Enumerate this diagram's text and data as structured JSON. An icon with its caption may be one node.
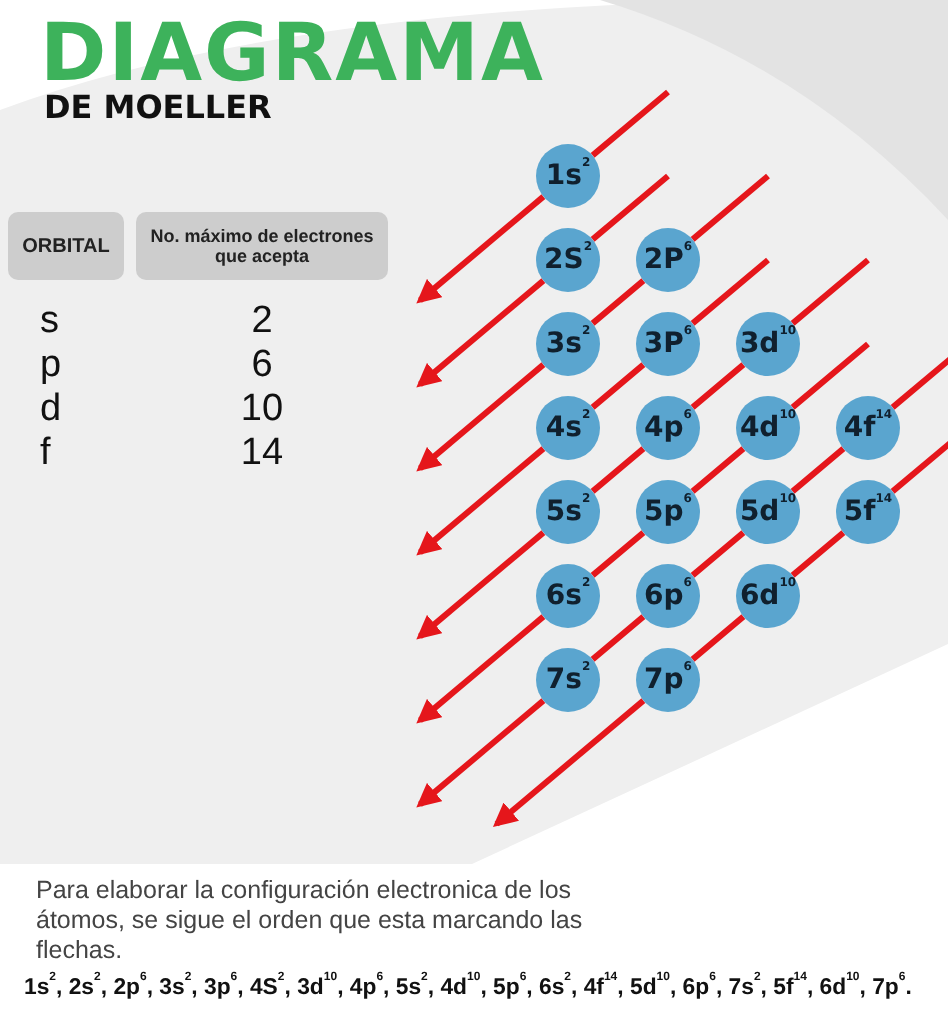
{
  "diagram": {
    "title": "DIAGRAMA",
    "nodes": [
      {
        "text": [
          "1s$^{2}$"
        ]
      },
      {
        "text": [
          "2S$^{2}$"
        ]
      },
      {
        "text": [
          "2P$^{6}$"
        ]
      },
      {
        "text": [
          "3s$^{2}$"
        ]
      },
      {
        "text": [
          "3P$^{6}$"
        ]
      },
      {
        "text": [
          "3d$^{10}$"
        ]
      },
      {
        "text": [
          "4s$^{2}$"
        ]
      },
      {
        "text": [
          "4p$^{6}$"
        ]
      },
      {
        "text": [
          "4d$^{10}$"
        ]
      },
      {
        "text": [
          "4f$^{14}$"
        ]
      },
      {
        "text": [
          "5s$^{2}$"
        ]
      },
      {
        "text": [
          "5p$^{6}$"
        ]
      },
      {
        "text": [
          "5d$^{10}$"
        ]
      },
      {
        "text": [
          "5f$^{14}$"
        ]
      },
      {
        "text": [
          "6s$^{2}$"
        ]
      },
      {
        "text": [
          "6p$^{6}$"
        ]
      },
      {
        "text": [
          "6d$^{10}$"
        ]
      },
      {
        "text": [
          "7s$^{2}$"
        ]
      },
      {
        "text": [
          "7p$^{6}$"
        ]
      }
    ],
    "edges": [
      {
        "from": null,
        "to": 0,
        "arrow": "none"
      },
      {
        "from": 0,
        "to": null,
        "arrow": "to"
      },
      {
        "from": null,
        "to": 1,
        "arrow": "none"
      },
      {
        "from": 1,
        "to": null,
        "arrow": "to"
      },
      {
        "from": null,
        "to": 2,
        "arrow": "none"
      },
      {
        "from": 2,
        "to": 3,
        "arrow": "none"
      },
      {
        "from": 3,
        "to": null,
        "arrow": "to"
      },
      {
        "from": null,
        "to": 4,
        "arrow": "none"
      },
      {
        "from": 4,
        "to": 6,
        "arrow": "none"
      },
      {
        "from": 6,
        "to": null,
        "arrow": "to"
      },
      {
        "from": null,
        "to": 5,
        "arrow": "none"
      },
      {
        "from": 5,
        "to": 7,
        "arrow": "none"
      },
      {
        "from": 7,
        "to": 10,
        "arrow": "none"
      },
      {
        "from": 10,
        "to": null,
        "arrow": "to"
      },
      {
        "from": null,
        "to": 8,
        "arrow": "none"
      },
      {
        "from": 8,
        "to": 11,
        "arrow": "none"
      },
      {
        "from": 11,
        "to": 14,
        "arrow": "none"
      },
      {
        "from": 14,
        "to": null,
        "arrow": "to"
      },
      {
        "from": null,
        "to": 9,
        "arrow": "none"
      },
      {
        "from": 9,
        "to": 12,
        "arrow": "none"
      },
      {
        "from": 12,
        "to": 15,
        "arrow": "none"
      },
      {
        "from": 15,
        "to": 17,
        "arrow": "none"
      },
      {
        "from": 17,
        "to": null,
        "arrow": "to"
      },
      {
        "from": null,
        "to": 13,
        "arrow": "none"
      },
      {
        "from": 13,
        "to": 16,
        "arrow": "none"
      },
      {
        "from": 16,
        "to": 18,
        "arrow": "none"
      },
      {
        "from": 18,
        "to": null,
        "arrow": "to"
      }
    ],
    "labels": [
      "DE MOELLER",
      "ORBITAL",
      "No. máximo de electrones que acepta",
      "s",
      "2",
      "p",
      "6",
      "d",
      "10",
      "f",
      "14",
      "Para elaborar la configuración electronica de los átomos, se sigue el orden que esta marcando las flechas.",
      "1s$^{2}$, 2s$^{2}$, 2p$^{6}$, 3s$^{2}$, 3p$^{6}$, 4S$^{2}$, 3d$^{10}$, 4p$^{6}$, 5s$^{2}$, 4d$^{10}$, 5p$^{6}$, 6s$^{2}$, 4f$^{14}$, 5d$^{10}$, 6p$^{6}$, 7s$^{2}$, 5f$^{14}$, 6d$^{10}$, 7p$^{6}$."
    ]
  }
}
